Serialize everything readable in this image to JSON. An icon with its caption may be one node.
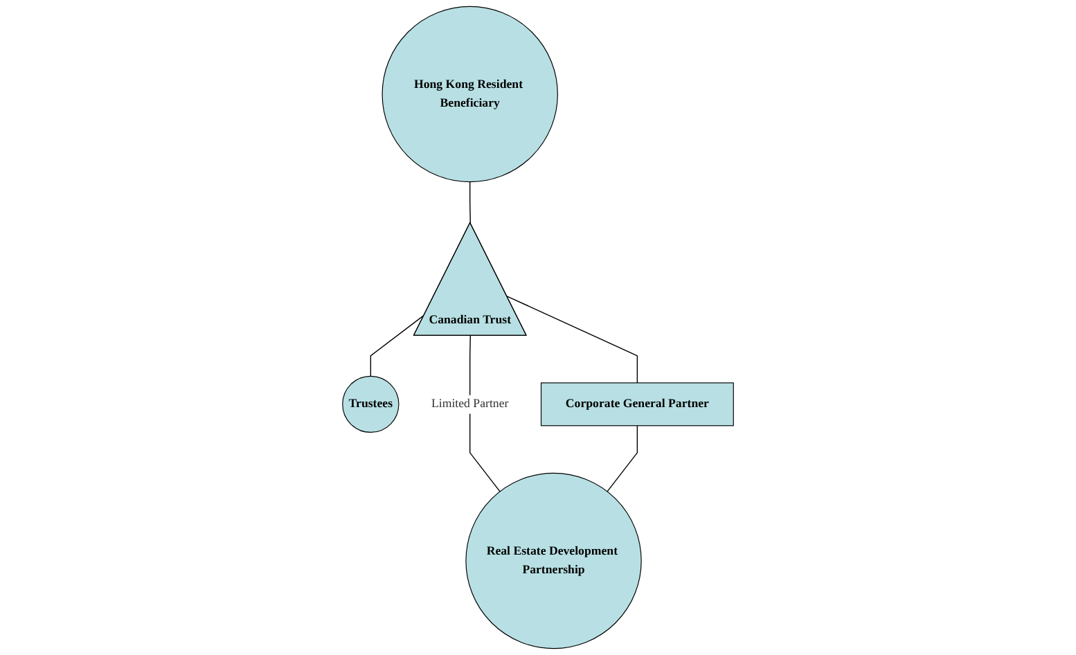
{
  "diagram": {
    "nodes": [
      {
        "text": [
          "Hong Kong Resident Beneficiary"
        ]
      },
      {
        "text": [
          "Canadian Trust"
        ]
      },
      {
        "text": [
          "Trustees"
        ]
      },
      {
        "text": [
          "Corporate General Partner"
        ]
      },
      {
        "text": [
          "Real Estate Development Partnership"
        ]
      }
    ],
    "edges": [
      {
        "from": 0,
        "to": 1,
        "arrow": "none"
      },
      {
        "from": 1,
        "to": 2,
        "arrow": "none"
      },
      {
        "from": 1,
        "to": 3,
        "arrow": "none"
      },
      {
        "from": 1,
        "to": 4,
        "arrow": "none",
        "label": "Limited Partner"
      },
      {
        "from": 3,
        "to": 4,
        "arrow": "none"
      }
    ]
  }
}
